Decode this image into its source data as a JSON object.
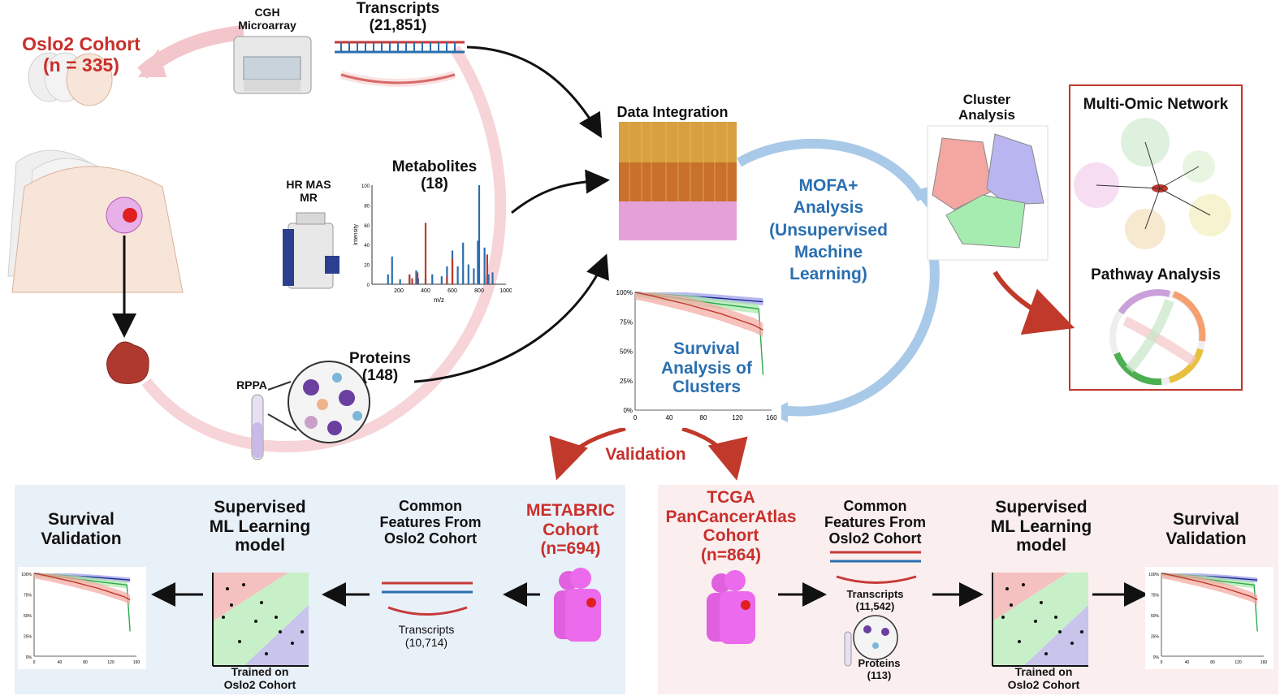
{
  "oslo": {
    "title": "Oslo2 Cohort",
    "n": "(n = 335)"
  },
  "cgh": {
    "label": "CGH\nMicroarray"
  },
  "transcripts": {
    "label": "Transcripts",
    "count": "(21,851)"
  },
  "hrmas": {
    "label": "HR MAS\nMR"
  },
  "metabolites": {
    "label": "Metabolites",
    "count": "(18)"
  },
  "ms_spectrum": {
    "xlabel": "m/z",
    "ylabel": "Intensity",
    "xticks": [
      "200",
      "400",
      "600",
      "800",
      "1000"
    ],
    "yticks": [
      "0",
      "20",
      "40",
      "60",
      "80",
      "100"
    ],
    "peaks_blue": [
      [
        120,
        10
      ],
      [
        150,
        28
      ],
      [
        210,
        5
      ],
      [
        280,
        8
      ],
      [
        330,
        14
      ],
      [
        345,
        6
      ],
      [
        400,
        6
      ],
      [
        450,
        10
      ],
      [
        520,
        8
      ],
      [
        560,
        18
      ],
      [
        600,
        34
      ],
      [
        640,
        18
      ],
      [
        680,
        42
      ],
      [
        720,
        20
      ],
      [
        760,
        16
      ],
      [
        790,
        44
      ],
      [
        800,
        100
      ],
      [
        840,
        37
      ],
      [
        870,
        10
      ],
      [
        900,
        12
      ]
    ],
    "peaks_red": [
      [
        280,
        10
      ],
      [
        300,
        6
      ],
      [
        340,
        12
      ],
      [
        400,
        62
      ],
      [
        560,
        8
      ],
      [
        600,
        26
      ],
      [
        860,
        30
      ]
    ]
  },
  "rppa": {
    "label": "RPPA"
  },
  "proteins": {
    "label": "Proteins",
    "count": "(148)"
  },
  "data_integration": {
    "title": "Data Integration"
  },
  "mofa": {
    "line1": "MOFA+",
    "line2": "Analysis",
    "line3": "(Unsupervised",
    "line4": "Machine",
    "line5": "Learning)"
  },
  "cluster": {
    "title": "Cluster\nAnalysis"
  },
  "network": {
    "title": "Multi-Omic Network",
    "pathway": "Pathway Analysis"
  },
  "survival_main": {
    "label": "Survival\nAnalysis of\nClusters",
    "yticks": [
      "100%",
      "75%",
      "50%",
      "25%",
      "0%"
    ],
    "xticks": [
      "0",
      "40",
      "80",
      "120",
      "160"
    ]
  },
  "validation": {
    "label": "Validation"
  },
  "left_panel": {
    "survival_title": "Survival\nValidation",
    "supervised_title": "Supervised\nML Learning\nmodel",
    "common_title": "Common\nFeatures From\nOslo2 Cohort",
    "cohort_title": "METABRIC\nCohort\n(n=694)",
    "transcripts": "Transcripts\n(10,714)",
    "trained": "Trained on\nOslo2 Cohort",
    "yticks": [
      "100%",
      "75%",
      "50%",
      "25%",
      "0%"
    ],
    "xticks": [
      "0",
      "40",
      "80",
      "120",
      "160"
    ]
  },
  "right_panel": {
    "cohort_title": "TCGA\nPanCancerAtlas\nCohort\n(n=864)",
    "common_title": "Common\nFeatures From\nOslo2 Cohort",
    "transcripts": "Transcripts\n(11,542)",
    "proteins": "Proteins\n(113)",
    "supervised_title": "Supervised\nML Learning\nmodel",
    "survival_title": "Survival\nValidation",
    "trained": "Trained on\nOslo2 Cohort",
    "yticks": [
      "100%",
      "75%",
      "50%",
      "25%",
      "0%"
    ],
    "xticks": [
      "0",
      "40",
      "80",
      "120",
      "160"
    ]
  },
  "colors": {
    "red_title": "#c8302c",
    "blue_text": "#2a6fb0",
    "left_bg": "#e8f0f8",
    "right_bg": "#fbeeee",
    "pink_arc": "#f3c6cc",
    "blue_arc": "#a9c9e8",
    "dark_red_arrow": "#c0392b"
  }
}
